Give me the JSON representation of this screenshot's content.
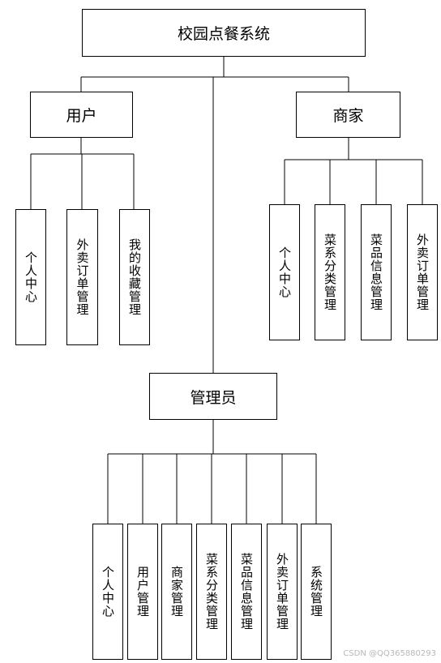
{
  "diagram": {
    "root": "校园点餐系统",
    "user": {
      "title": "用户",
      "modules": [
        "个人中心",
        "外卖订单管理",
        "我的收藏管理"
      ]
    },
    "merchant": {
      "title": "商家",
      "modules": [
        "个人中心",
        "菜系分类管理",
        "菜品信息管理",
        "外卖订单管理"
      ]
    },
    "admin": {
      "title": "管理员",
      "modules": [
        "个人中心",
        "用户管理",
        "商家管理",
        "菜系分类管理",
        "菜品信息管理",
        "外卖订单管理",
        "系统管理"
      ]
    }
  },
  "watermark": "CSDN @QQ365880293"
}
